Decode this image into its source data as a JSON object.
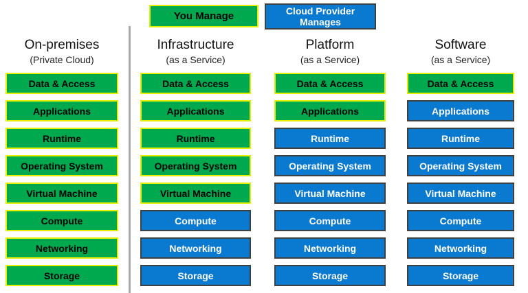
{
  "legend": {
    "you_manage": "You Manage",
    "provider_manages": "Cloud Provider Manages"
  },
  "colors": {
    "you_fill": "#00A84E",
    "you_border": "#E8EE00",
    "provider_fill": "#0A79D0",
    "provider_border": "#3F3F3F"
  },
  "columns": [
    {
      "title": "On-premises",
      "subtitle": "(Private Cloud)",
      "cells": [
        {
          "label": "Data & Access",
          "managed_by": "you"
        },
        {
          "label": "Applications",
          "managed_by": "you"
        },
        {
          "label": "Runtime",
          "managed_by": "you"
        },
        {
          "label": "Operating System",
          "managed_by": "you"
        },
        {
          "label": "Virtual Machine",
          "managed_by": "you"
        },
        {
          "label": "Compute",
          "managed_by": "you"
        },
        {
          "label": "Networking",
          "managed_by": "you"
        },
        {
          "label": "Storage",
          "managed_by": "you"
        }
      ]
    },
    {
      "title": "Infrastructure",
      "subtitle": "(as a Service)",
      "cells": [
        {
          "label": "Data & Access",
          "managed_by": "you"
        },
        {
          "label": "Applications",
          "managed_by": "you"
        },
        {
          "label": "Runtime",
          "managed_by": "you"
        },
        {
          "label": "Operating System",
          "managed_by": "you"
        },
        {
          "label": "Virtual Machine",
          "managed_by": "you"
        },
        {
          "label": "Compute",
          "managed_by": "provider"
        },
        {
          "label": "Networking",
          "managed_by": "provider"
        },
        {
          "label": "Storage",
          "managed_by": "provider"
        }
      ]
    },
    {
      "title": "Platform",
      "subtitle": "(as a Service)",
      "cells": [
        {
          "label": "Data & Access",
          "managed_by": "you"
        },
        {
          "label": "Applications",
          "managed_by": "you"
        },
        {
          "label": "Runtime",
          "managed_by": "provider"
        },
        {
          "label": "Operating System",
          "managed_by": "provider"
        },
        {
          "label": "Virtual Machine",
          "managed_by": "provider"
        },
        {
          "label": "Compute",
          "managed_by": "provider"
        },
        {
          "label": "Networking",
          "managed_by": "provider"
        },
        {
          "label": "Storage",
          "managed_by": "provider"
        }
      ]
    },
    {
      "title": "Software",
      "subtitle": "(as a Service)",
      "cells": [
        {
          "label": "Data & Access",
          "managed_by": "you"
        },
        {
          "label": "Applications",
          "managed_by": "provider"
        },
        {
          "label": "Runtime",
          "managed_by": "provider"
        },
        {
          "label": "Operating System",
          "managed_by": "provider"
        },
        {
          "label": "Virtual Machine",
          "managed_by": "provider"
        },
        {
          "label": "Compute",
          "managed_by": "provider"
        },
        {
          "label": "Networking",
          "managed_by": "provider"
        },
        {
          "label": "Storage",
          "managed_by": "provider"
        }
      ]
    }
  ]
}
